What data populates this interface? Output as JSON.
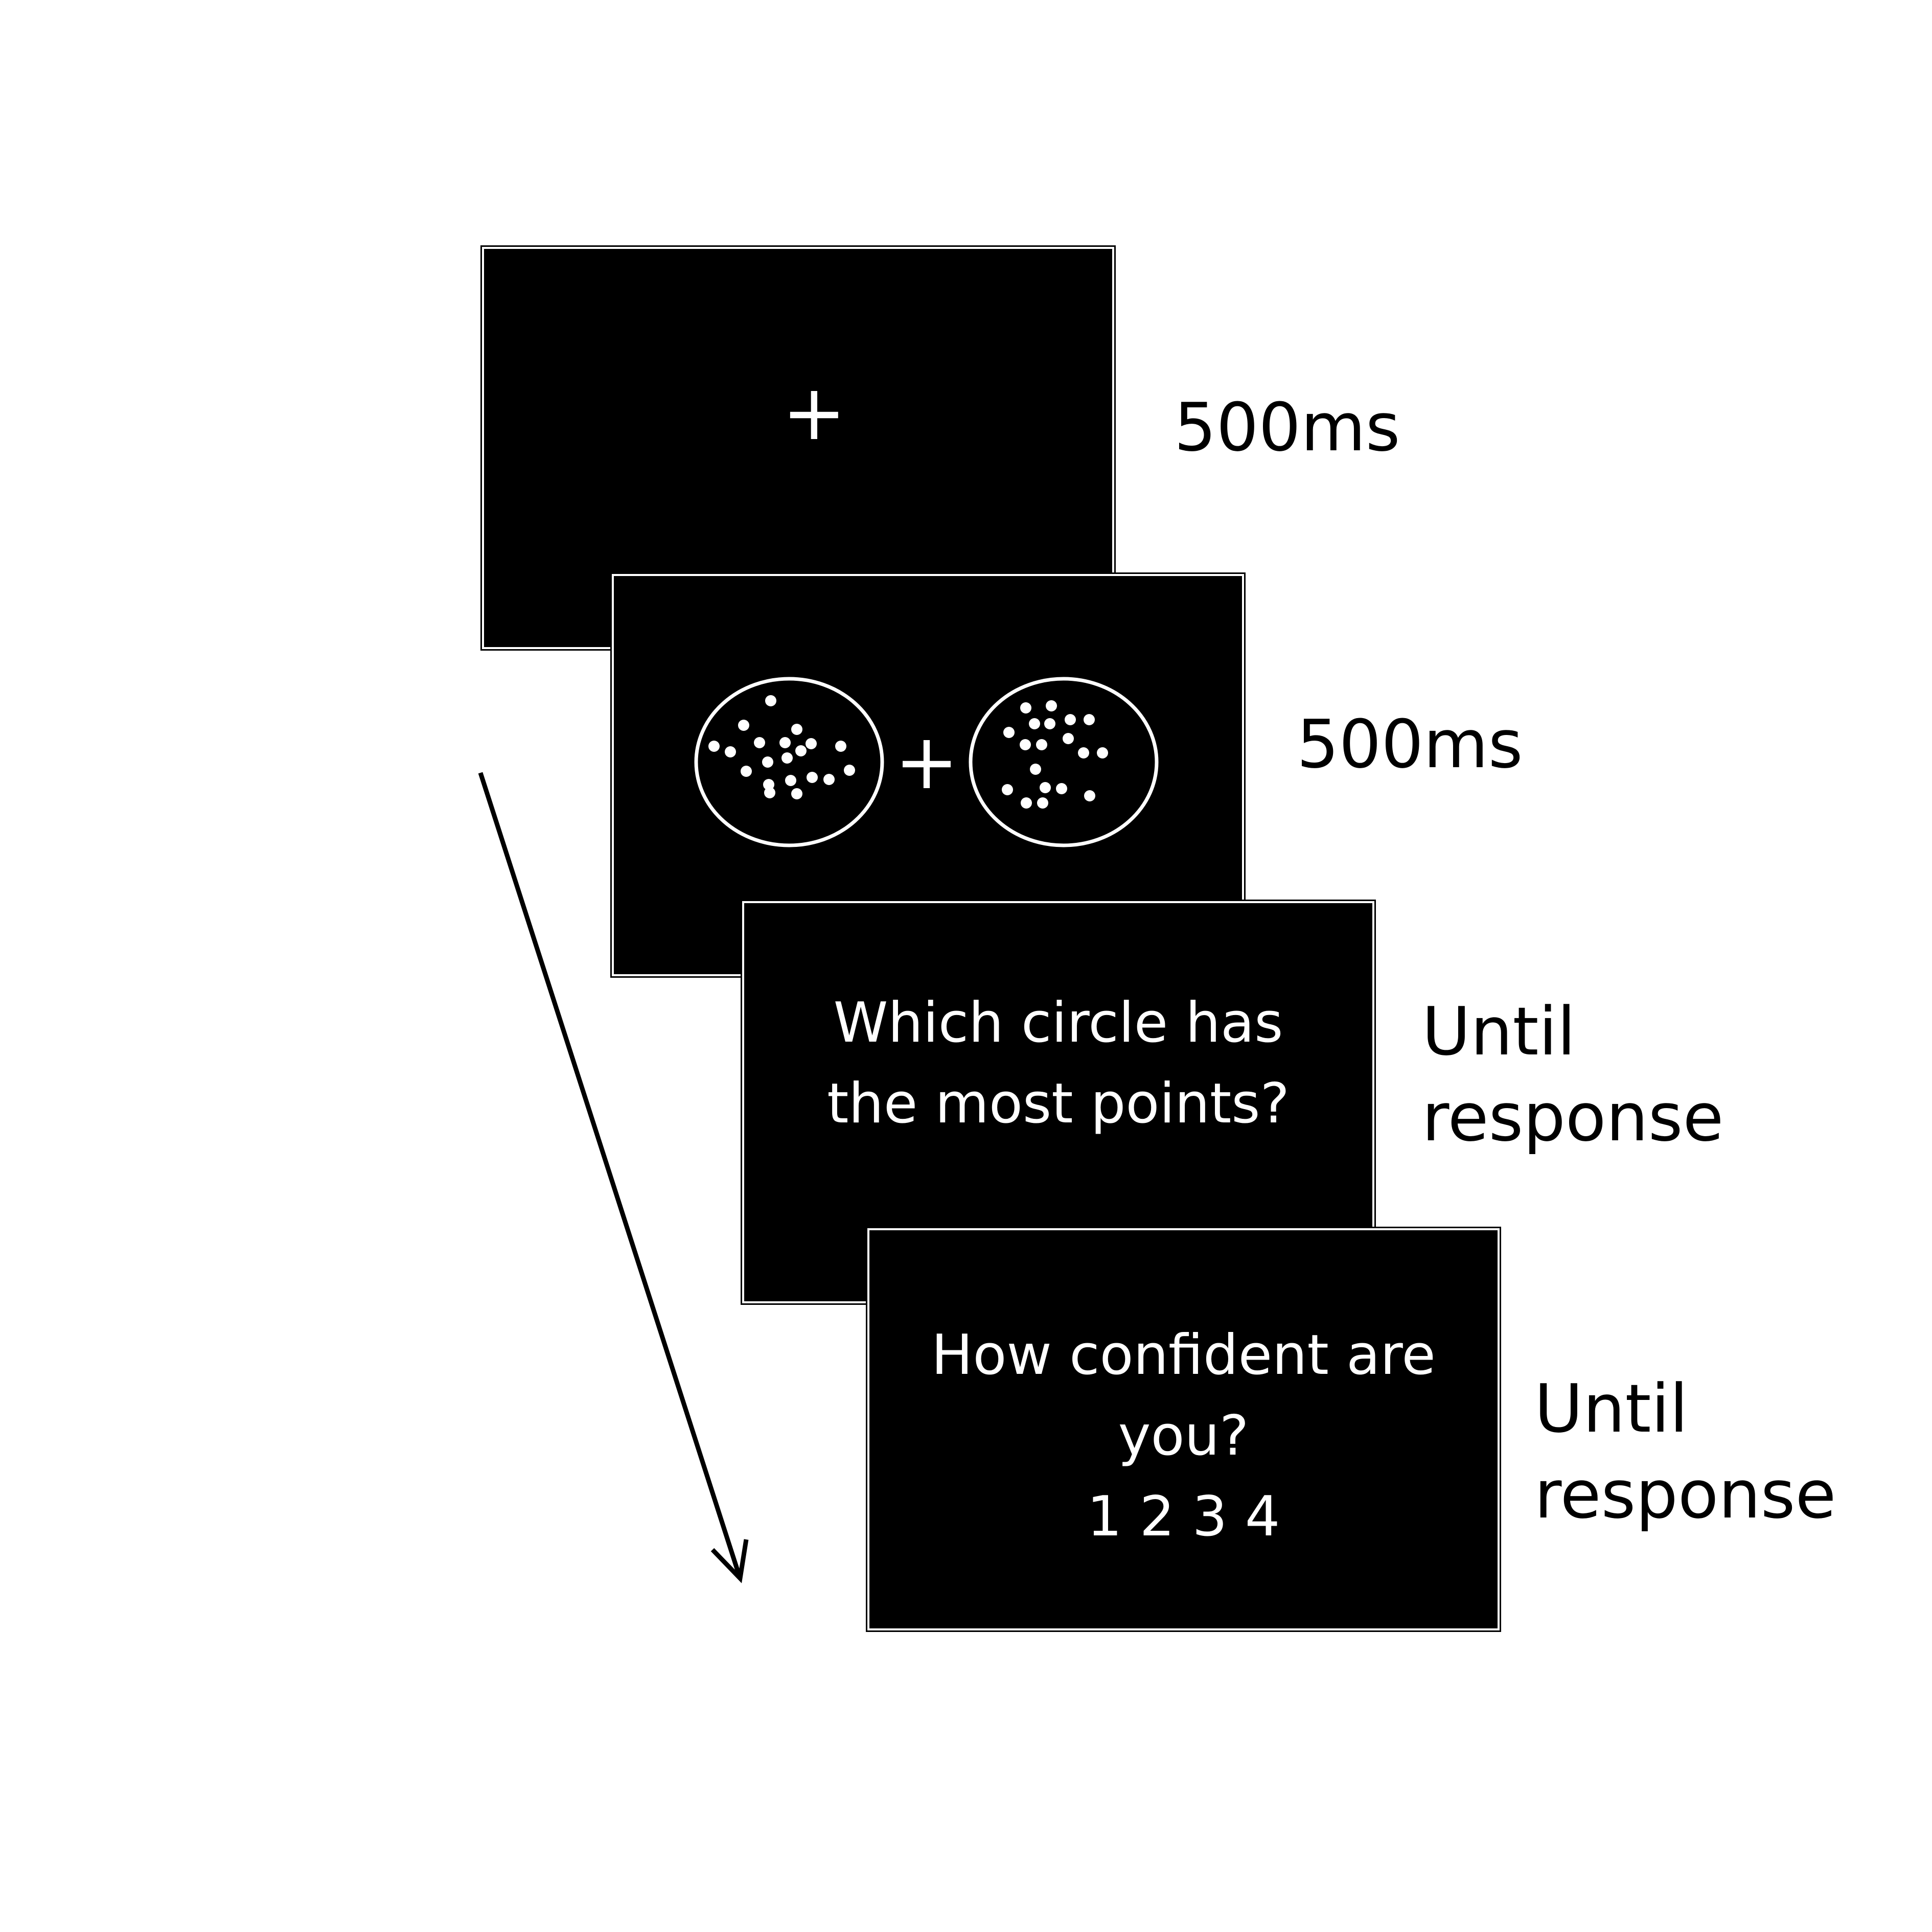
{
  "screens": [
    {
      "content": "+",
      "duration": "500ms"
    },
    {
      "content": "+",
      "duration": "500ms"
    },
    {
      "content": "Which circle has\nthe most points?",
      "duration": "Until\nresponse"
    },
    {
      "content": "How confident are\nyou?\n1 2 3 4",
      "duration": "Until\nresponse"
    }
  ],
  "colors": {
    "screen_background": "#000000",
    "screen_foreground": "#ffffff",
    "page_background": "#ffffff",
    "label_text": "#000000"
  },
  "icons": {
    "time_arrow": "arrow-down-right-icon"
  }
}
